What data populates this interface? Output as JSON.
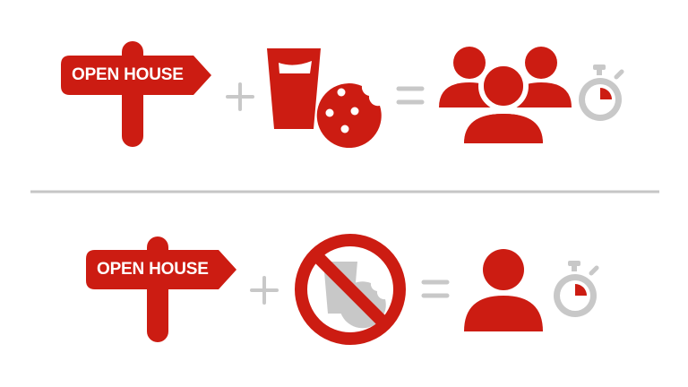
{
  "colors": {
    "red": "#cc1c12",
    "gray": "#c8c8c8",
    "divider": "#c6c6c6",
    "background": "#ffffff"
  },
  "rows": [
    {
      "sign_label": "OPEN HOUSE",
      "addend_icons": [
        "drink-glass-icon",
        "cookie-icon"
      ],
      "operator_plus": "+",
      "operator_equals": "=",
      "result_icons": [
        "people-group-icon",
        "stopwatch-icon"
      ],
      "stopwatch_fill": 0.25
    },
    {
      "sign_label": "OPEN HOUSE",
      "addend_icons": [
        "no-refreshments-icon"
      ],
      "operator_plus": "+",
      "operator_equals": "=",
      "result_icons": [
        "single-person-icon",
        "stopwatch-icon"
      ],
      "stopwatch_fill": 0.25
    }
  ]
}
